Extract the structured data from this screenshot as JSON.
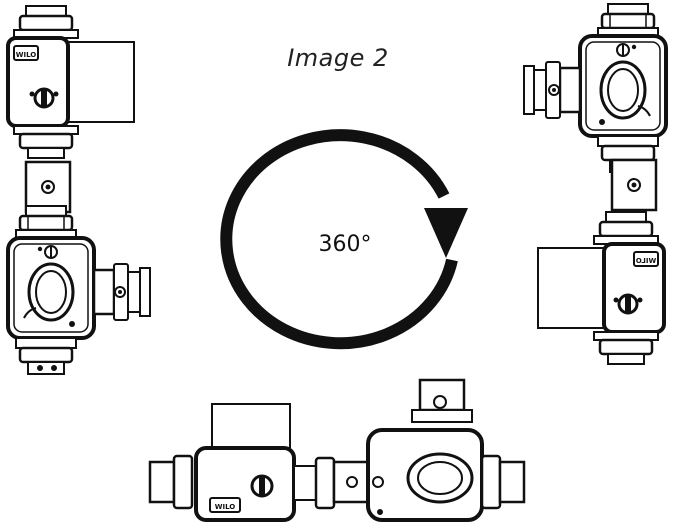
{
  "caption": "Image 2",
  "rotation_label": "360°",
  "brand_label": "WILO",
  "colors": {
    "ink": "#111111",
    "paper": "#ffffff"
  }
}
